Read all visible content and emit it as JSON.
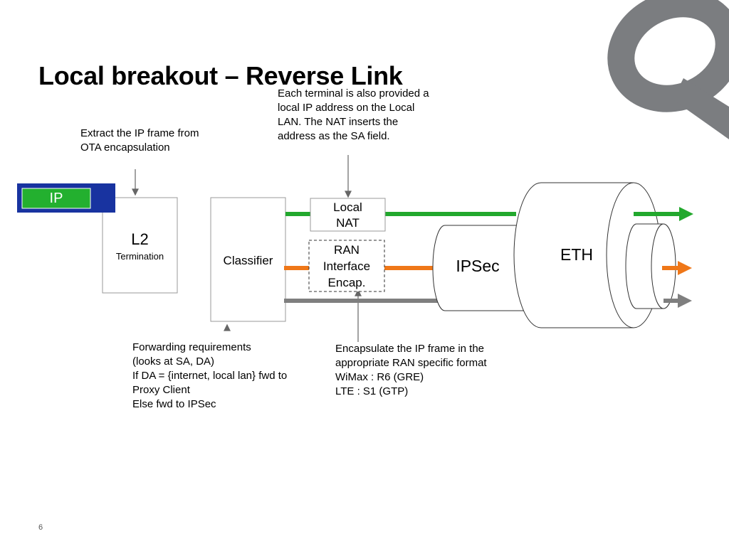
{
  "slide": {
    "title": "Local breakout – Reverse Link",
    "page_number": "6"
  },
  "colors": {
    "green": "#22a82d",
    "orange": "#ef7718",
    "gray": "#7f7f7f",
    "ip_outer": "#1833a0",
    "ip_inner": "#23b02f",
    "logo": "#7b7d80"
  },
  "notes": {
    "extract": "Extract the IP frame from\nOTA encapsulation",
    "nat": "Each terminal is also provided a\nlocal IP address on the Local\nLAN.  The NAT inserts the\naddress as the SA field.",
    "forwarding": "Forwarding requirements\n(looks at SA, DA)\nIf DA = {internet, local lan} fwd to\nProxy Client\nElse fwd to IPSec",
    "encapsulate": "Encapsulate the IP frame in the\nappropriate RAN specific format\nWiMax : R6 (GRE)\nLTE : S1 (GTP)"
  },
  "blocks": {
    "ip": "IP",
    "l2": "L2",
    "l2_sub": "Termination",
    "classifier": "Classifier",
    "local_nat": "Local\nNAT",
    "ran_encap": "RAN\nInterface\nEncap.",
    "ipsec": "IPSec",
    "eth": "ETH"
  }
}
